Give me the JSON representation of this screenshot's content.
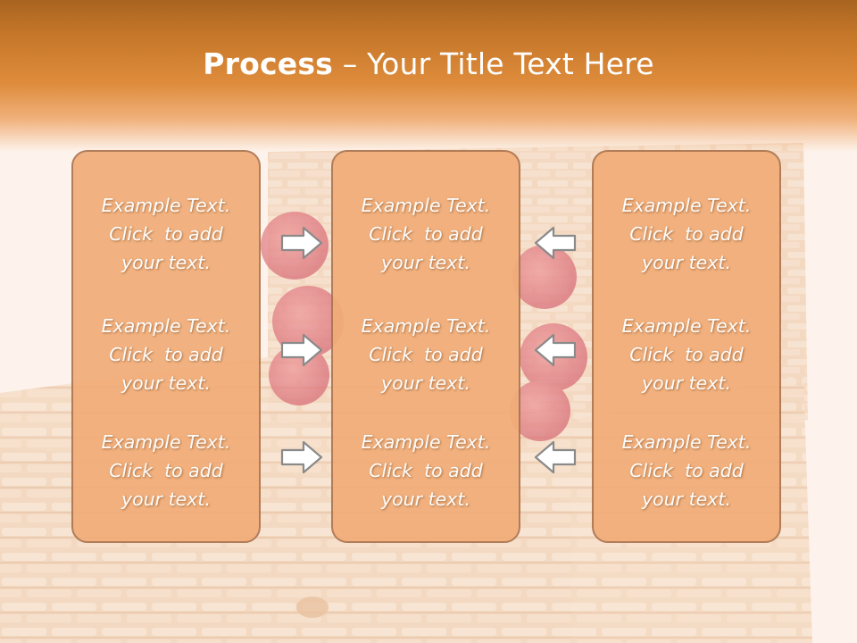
{
  "title": {
    "bold": "Process",
    "rest": " – Your Title Text Here"
  },
  "columns": [
    {
      "items": [
        {
          "lines": [
            "Example Text.",
            "Click  to add",
            "your text."
          ]
        },
        {
          "lines": [
            "Example Text.",
            "Click  to add",
            "your text."
          ]
        },
        {
          "lines": [
            "Example Text.",
            "Click  to add",
            "your text."
          ]
        }
      ]
    },
    {
      "items": [
        {
          "lines": [
            "Example Text.",
            "Click  to add",
            "your text."
          ]
        },
        {
          "lines": [
            "Example Text.",
            "Click  to add",
            "your text."
          ]
        },
        {
          "lines": [
            "Example Text.",
            "Click  to add",
            "your text."
          ]
        }
      ]
    },
    {
      "items": [
        {
          "lines": [
            "Example Text.",
            "Click  to add",
            "your text."
          ]
        },
        {
          "lines": [
            "Example Text.",
            "Click  to add",
            "your text."
          ]
        },
        {
          "lines": [
            "Example Text.",
            "Click  to add",
            "your text."
          ]
        }
      ]
    }
  ],
  "arrows": {
    "left_group": "right-arrow-icon",
    "right_group": "left-arrow-icon"
  },
  "colors": {
    "header": "#de8c3c",
    "box_fill": "#f1ad78",
    "box_border": "#ac7550",
    "text": "#ffffff"
  }
}
